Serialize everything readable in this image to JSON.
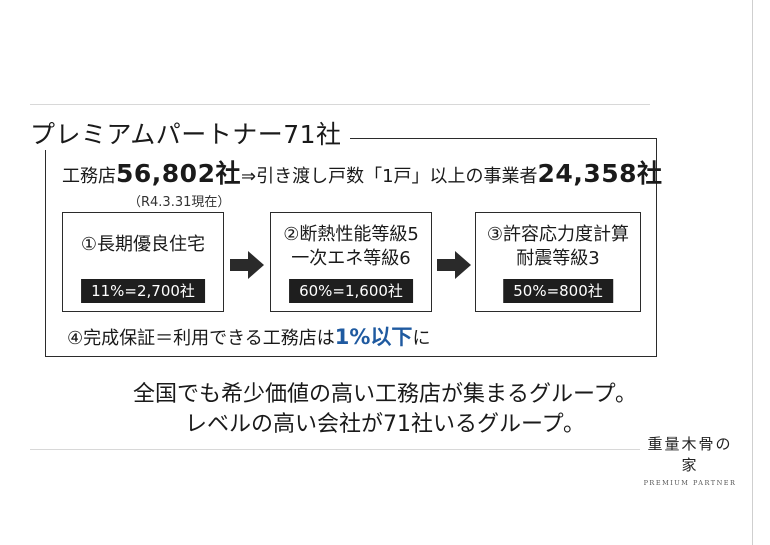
{
  "heading": "プレミアムパートナー71社",
  "stats": {
    "builders_label": "工務店",
    "builders_count": "56,802社",
    "arrow_text": "⇒引き渡し戸数「1戸」以上の事業者",
    "qualified_count": "24,358社",
    "date_note": "（R4.3.31現在）"
  },
  "steps": [
    {
      "title": "①長期優良住宅",
      "badge": "11%=2,700社"
    },
    {
      "title_line1": "②断熱性能等級5",
      "title_line2": "一次エネ等級6",
      "badge": "60%=1,600社"
    },
    {
      "title_line1": "③許容応力度計算",
      "title_line2": "耐震等級3",
      "badge": "50%=800社"
    }
  ],
  "note4": {
    "prefix": "④完成保証＝利用できる工務店は",
    "accent": "1%以下",
    "suffix": "に"
  },
  "caption": {
    "line1": "全国でも希少価値の高い工務店が集まるグループ。",
    "line2": "レベルの高い会社が71社いるグループ。"
  },
  "brand": {
    "name": "重量木骨の家",
    "sub": "PREMIUM PARTNER"
  },
  "colors": {
    "text": "#1a1a1a",
    "accent": "#1f5aa0",
    "badge_bg": "#1e1e1e",
    "border": "#2b2b2b"
  }
}
